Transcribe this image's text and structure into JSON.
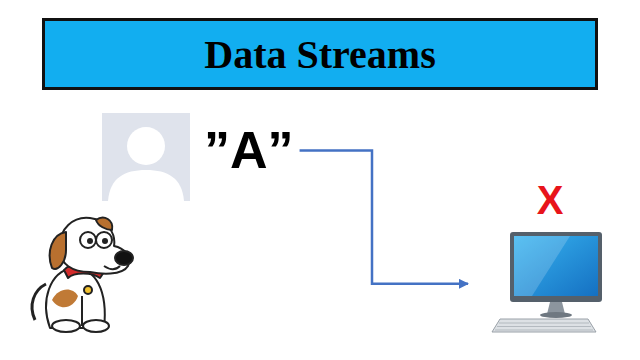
{
  "diagram": {
    "title": "Data Streams",
    "nodes": [
      {
        "text": [
          "”A”"
        ]
      },
      {
        "text": [
          "X"
        ]
      }
    ],
    "edges": [
      {
        "from": 0,
        "to": 1,
        "arrow": "to"
      }
    ]
  }
}
